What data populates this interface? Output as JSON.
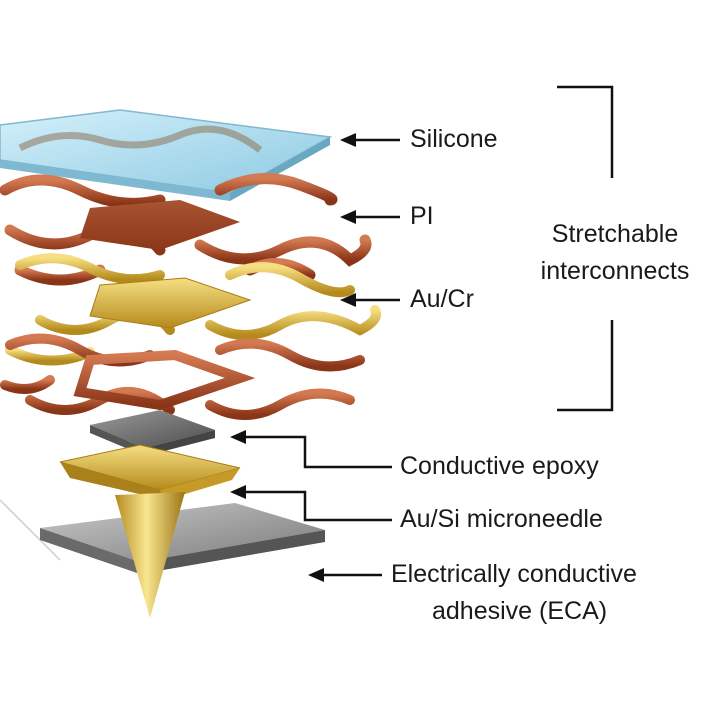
{
  "labels": {
    "silicone": "Silicone",
    "pi": "PI",
    "au_cr": "Au/Cr",
    "stretchable_line1": "Stretchable",
    "stretchable_line2": "interconnects",
    "conductive_epoxy": "Conductive epoxy",
    "microneedle": "Au/Si microneedle",
    "eca_line1": "Electrically conductive",
    "eca_line2": "adhesive (ECA)"
  },
  "colors": {
    "silicone": "#a9dcef",
    "copper": "#b4512d",
    "gold": "#d9b13a",
    "epoxy": "#6b6b6b",
    "eca": "#8d8d8d",
    "line": "#111111"
  }
}
